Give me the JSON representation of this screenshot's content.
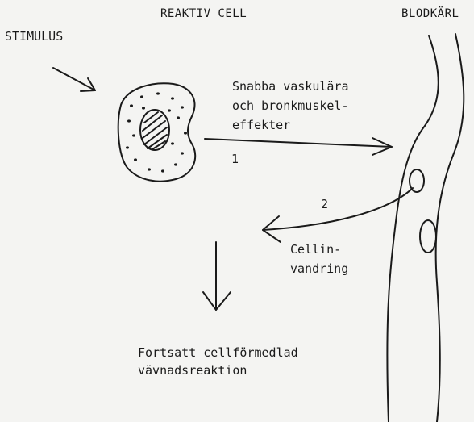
{
  "labels": {
    "stimulus": "STIMULUS",
    "reactive_cell": "REAKTIV CELL",
    "blood_vessel": "BLODKÄRL",
    "fast_effects_1": "Snabba vaskulära",
    "fast_effects_2": "och bronkmuskel-",
    "fast_effects_3": "effekter",
    "path_1": "1",
    "path_2": "2",
    "migration_1": "Cellin-",
    "migration_2": "vandring",
    "continued_1": "Fortsatt cellförmedlad",
    "continued_2": "vävnadsreaktion"
  }
}
